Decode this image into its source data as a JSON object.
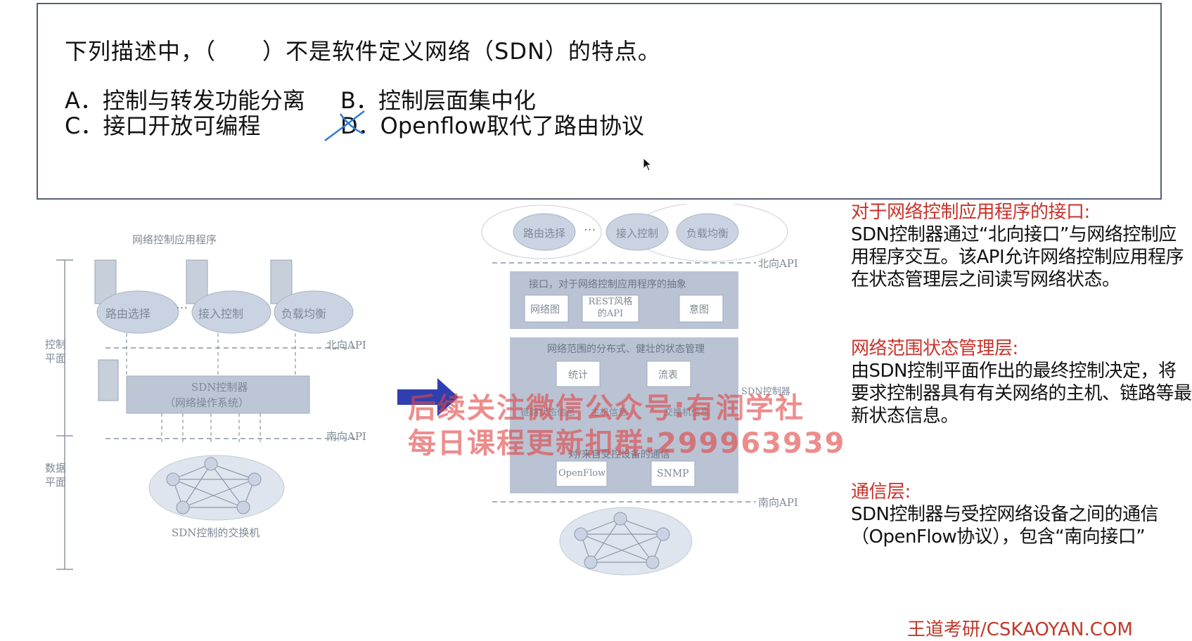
{
  "question": {
    "stem": "下列描述中，（　　）不是软件定义网络（SDN）的特点。",
    "options": {
      "a": "A．控制与转发功能分离",
      "b": "B．控制层面集中化",
      "c": "C．接口开放可编程",
      "d_letter": "D．",
      "d_text": "Openflow取代了路由协议"
    }
  },
  "left_diagram": {
    "apps_title": "网络控制应用程序",
    "apps": [
      "路由选择",
      "接入控制",
      "负载均衡"
    ],
    "ellipsis": "···",
    "control_plane": "控制\n平面",
    "data_plane": "数据\n平面",
    "north_api": "北向API",
    "south_api": "南向API",
    "controller": "SDN控制器",
    "controller_sub": "（网络操作系统）",
    "switch_caption": "SDN控制的交换机"
  },
  "right_diagram": {
    "apps": [
      "路由选择",
      "接入控制",
      "负载均衡"
    ],
    "north_api": "北向API",
    "south_api": "南向API",
    "sdn_controller": "SDN控制器",
    "interface_layer_title": "接口，对于网络控制应用程序的抽象",
    "interface_items": [
      "网络图",
      "REST风格的API",
      "意图"
    ],
    "state_layer_title": "网络范围的分布式、健壮的状态管理",
    "state_items": [
      "统计",
      "流表"
    ],
    "state_items2": [
      "链路状态信息",
      "主机信息",
      "交换机信息"
    ],
    "comm_layer_title": "对/来自受控设备的通信",
    "comm_items": [
      "OpenFlow",
      "SNMP"
    ]
  },
  "watermark": {
    "line1": "后续关注微信公众号:有润学社",
    "line2": "每日课程更新扣群:299963939"
  },
  "explanations": [
    {
      "head": "对于网络控制应用程序的接口:",
      "body": "SDN控制器通过“北向接口”与网络控制应用程序交互。该API允许网络控制应用程序在状态管理层之间读写网络状态。"
    },
    {
      "head": "网络范围状态管理层:",
      "body": "由SDN控制平面作出的最终控制决定，将要求控制器具有有关网络的主机、链路等最新状态信息。"
    },
    {
      "head": "通信层:",
      "body": "SDN控制器与受控网络设备之间的通信（OpenFlow协议），包含“南向接口”"
    }
  ],
  "brand": "王道考研/CSKAOYAN.COM",
  "colors": {
    "accent_red": "#c8322a",
    "arrow_blue": "#2f3fb0",
    "node_fill": "#c9d3e2",
    "layer_fill": "#b9c3d3"
  }
}
